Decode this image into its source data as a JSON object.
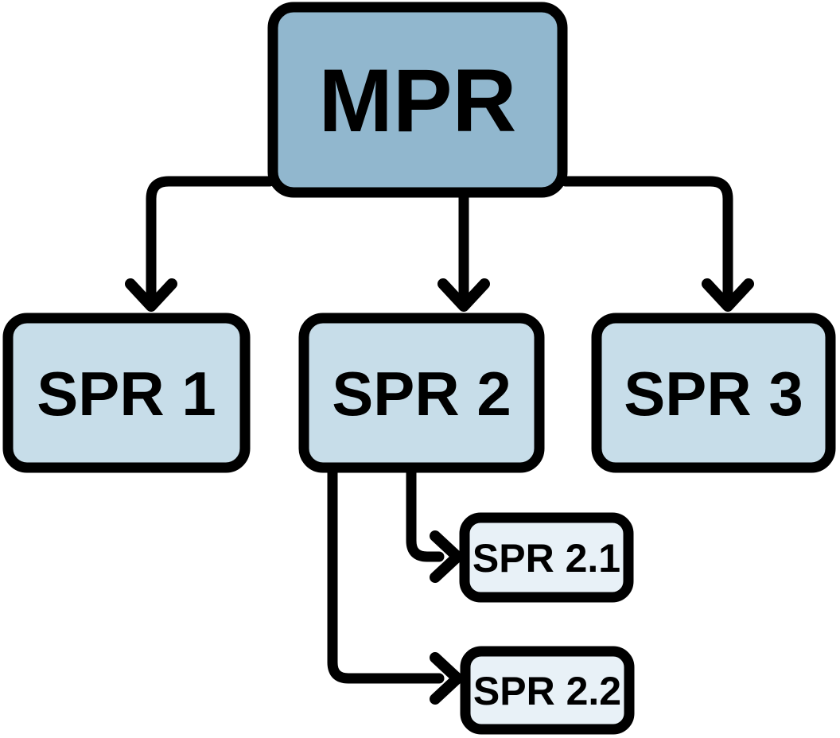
{
  "page": {
    "background": "#ffffff"
  },
  "colors": {
    "root_fill": "#91b7ce",
    "child_fill": "#c7dde9",
    "grandchild_fill": "#e8f1f7",
    "line": "#000000",
    "text": "#000000"
  },
  "labels": {
    "mpr": "MPR",
    "spr1": "SPR 1",
    "spr2": "SPR 2",
    "spr3": "SPR 3",
    "spr21": "SPR 2.1",
    "spr22": "SPR 2.2"
  },
  "diagram": {
    "type": "tree",
    "root": "MPR",
    "nodes": [
      {
        "id": "mpr",
        "label": "MPR",
        "level": 0
      },
      {
        "id": "spr1",
        "label": "SPR 1",
        "level": 1
      },
      {
        "id": "spr2",
        "label": "SPR 2",
        "level": 1
      },
      {
        "id": "spr3",
        "label": "SPR 3",
        "level": 1
      },
      {
        "id": "spr21",
        "label": "SPR 2.1",
        "level": 2
      },
      {
        "id": "spr22",
        "label": "SPR 2.2",
        "level": 2
      }
    ],
    "edges": [
      {
        "from": "MPR",
        "to": "SPR 1"
      },
      {
        "from": "MPR",
        "to": "SPR 2"
      },
      {
        "from": "MPR",
        "to": "SPR 3"
      },
      {
        "from": "SPR 2",
        "to": "SPR 2.1"
      },
      {
        "from": "SPR 2",
        "to": "SPR 2.2"
      }
    ]
  }
}
